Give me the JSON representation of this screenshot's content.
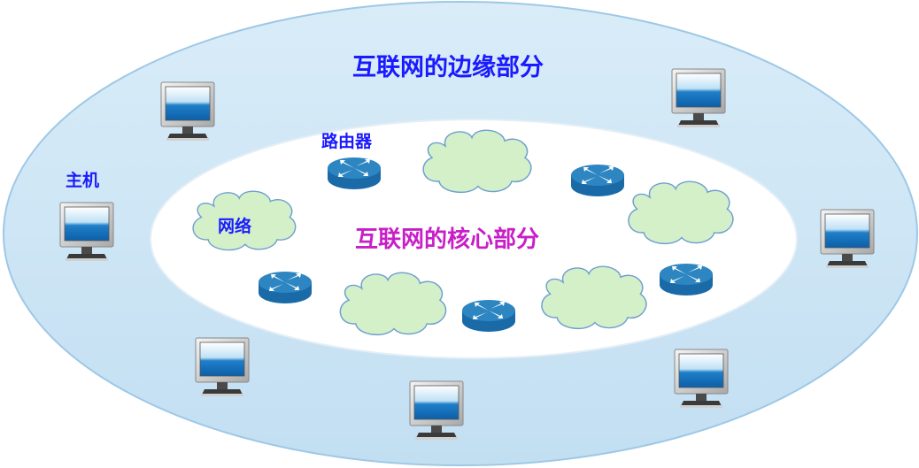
{
  "labels": {
    "edge": "互联网的边缘部分",
    "core": "互联网的核心部分",
    "host": "主机",
    "router": "路由器",
    "network": "网络"
  },
  "colors": {
    "edge_fill": "#c5e1f3",
    "core_fill": "#ffffff",
    "cloud_fill": "#d3f0c9",
    "cloud_stroke": "#6f9fd0",
    "router_top": "#2d86c2",
    "router_side": "#1a6aa8",
    "edge_label": "#1a1aff",
    "core_label": "#c81ec8"
  },
  "icons": {
    "host": "computer-monitor-icon",
    "router": "router-icon",
    "network": "cloud-icon"
  }
}
